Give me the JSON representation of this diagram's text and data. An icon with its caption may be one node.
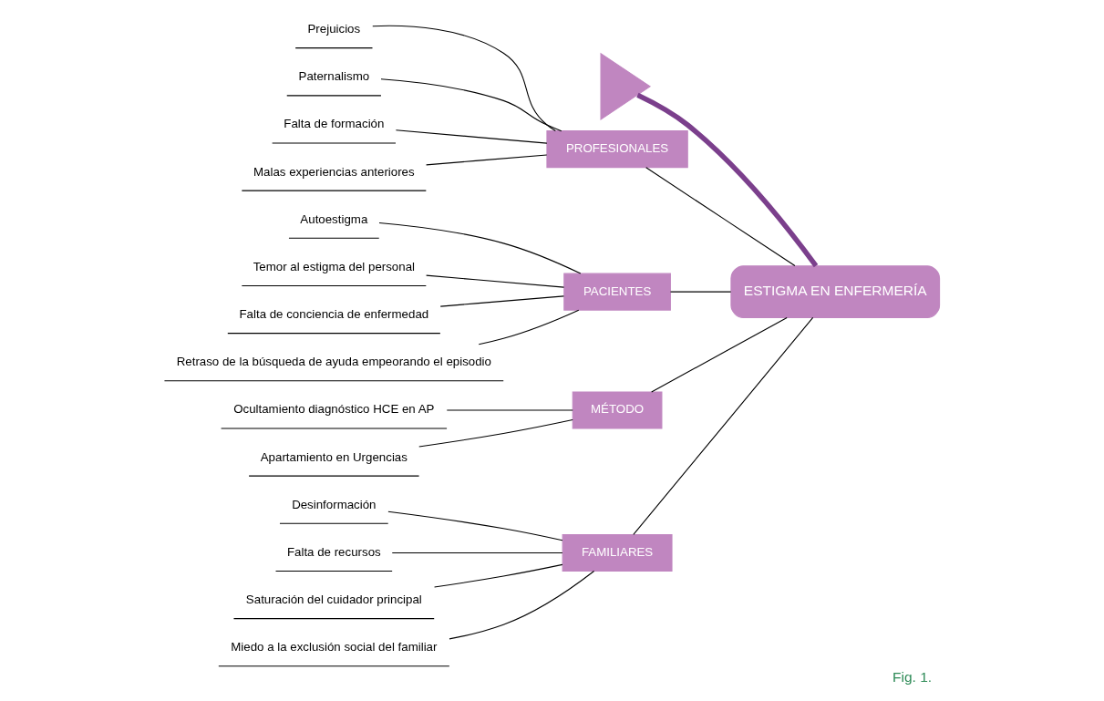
{
  "diagram": {
    "caption": "Fig. 1.",
    "nodes": [
      {
        "text": [],
        "shape": "triangle"
      },
      {
        "text": [
          "PROFESIONALES"
        ]
      },
      {
        "text": [
          "Prejuicios"
        ]
      },
      {
        "text": [
          "Paternalismo"
        ]
      },
      {
        "text": [
          "Falta de formación"
        ]
      },
      {
        "text": [
          "Malas experiencias anteriores"
        ]
      },
      {
        "text": [
          "PACIENTES"
        ]
      },
      {
        "text": [
          "Autoestigma"
        ]
      },
      {
        "text": [
          "Temor al estigma del personal"
        ]
      },
      {
        "text": [
          "Falta de conciencia de enfermedad"
        ]
      },
      {
        "text": [
          "Retraso de la búsqueda de ayuda empeorando el episodio"
        ]
      },
      {
        "text": [
          "ESTIGMA EN ENFERMERÍA"
        ]
      },
      {
        "text": [
          "Ocultamiento diagnóstico HCE en AP"
        ]
      },
      {
        "text": [
          "Apartamiento en Urgencias"
        ]
      },
      {
        "text": [
          "MÉTODO"
        ]
      },
      {
        "text": [
          "Desinformación"
        ]
      },
      {
        "text": [
          "Falta de recursos"
        ]
      },
      {
        "text": [
          "Saturación del cuidador principal"
        ]
      },
      {
        "text": [
          "Miedo a la exclusión social del familiar"
        ]
      },
      {
        "text": [
          "FAMILIARES"
        ]
      }
    ],
    "edges": [
      {
        "from": 0,
        "to": 11,
        "arrow": "none",
        "style": "thick",
        "color": "#7b3f8c"
      },
      {
        "from": 1,
        "to": 11,
        "arrow": "none"
      },
      {
        "from": 6,
        "to": 11,
        "arrow": "none"
      },
      {
        "from": 14,
        "to": 11,
        "arrow": "none"
      },
      {
        "from": 19,
        "to": 11,
        "arrow": "none"
      },
      {
        "from": 2,
        "to": 1,
        "arrow": "none"
      },
      {
        "from": 3,
        "to": 1,
        "arrow": "none"
      },
      {
        "from": 4,
        "to": 1,
        "arrow": "none"
      },
      {
        "from": 5,
        "to": 1,
        "arrow": "none"
      },
      {
        "from": 7,
        "to": 6,
        "arrow": "none"
      },
      {
        "from": 8,
        "to": 6,
        "arrow": "none"
      },
      {
        "from": 9,
        "to": 6,
        "arrow": "none"
      },
      {
        "from": 10,
        "to": 6,
        "arrow": "none"
      },
      {
        "from": 12,
        "to": 14,
        "arrow": "none"
      },
      {
        "from": 13,
        "to": 14,
        "arrow": "none"
      },
      {
        "from": 15,
        "to": 19,
        "arrow": "none"
      },
      {
        "from": 16,
        "to": 19,
        "arrow": "none"
      },
      {
        "from": 17,
        "to": 19,
        "arrow": "none"
      },
      {
        "from": 18,
        "to": 19,
        "arrow": "none"
      }
    ]
  }
}
